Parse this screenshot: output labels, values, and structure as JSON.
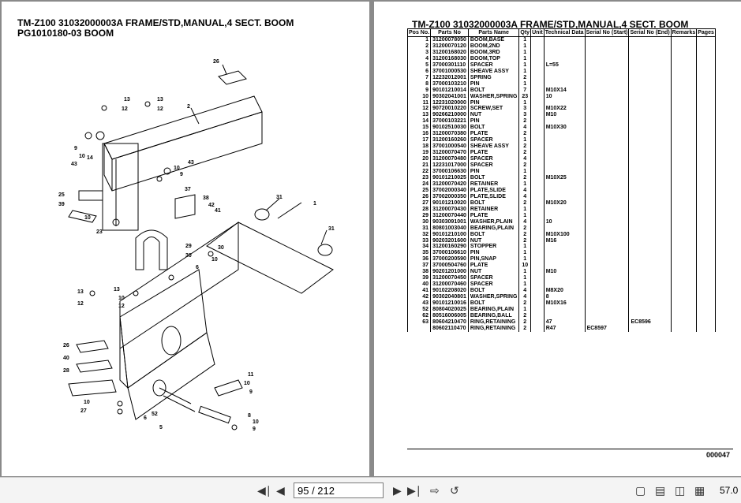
{
  "left": {
    "title_line1": "TM-Z100 31032000003A FRAME/STD,MANUAL,4 SECT. BOOM",
    "title_line2": "PG1010180-03 BOOM",
    "callouts": [
      "26",
      "2",
      "13",
      "13",
      "12",
      "12",
      "9",
      "10",
      "14",
      "43",
      "10",
      "9",
      "43",
      "25",
      "39",
      "37",
      "38",
      "42",
      "41",
      "10",
      "23",
      "1",
      "31",
      "31",
      "29",
      "30",
      "30",
      "10",
      "6",
      "13",
      "10",
      "12",
      "13",
      "12",
      "10",
      "12",
      "26",
      "40",
      "28",
      "10",
      "27",
      "11",
      "10",
      "9",
      "6",
      "52",
      "5",
      "8",
      "10",
      "9"
    ]
  },
  "right": {
    "title": "TM-Z100 31032000003A FRAME/STD,MANUAL,4 SECT. BOOM",
    "headers": [
      "Pos No.",
      "Parts No",
      "Parts Name",
      "Qty",
      "Unit",
      "Technical Data",
      "Serial No (Start)",
      "Serial No (End)",
      "Remarks",
      "Pages"
    ],
    "rows": [
      [
        "1",
        "31200078050",
        "BOOM,BASE",
        "1",
        "",
        "",
        "",
        "",
        "",
        ""
      ],
      [
        "2",
        "31200070120",
        "BOOM,2ND",
        "1",
        "",
        "",
        "",
        "",
        "",
        ""
      ],
      [
        "3",
        "31200168020",
        "BOOM,3RD",
        "1",
        "",
        "",
        "",
        "",
        "",
        ""
      ],
      [
        "4",
        "31200168030",
        "BOOM,TOP",
        "1",
        "",
        "",
        "",
        "",
        "",
        ""
      ],
      [
        "5",
        "37000301110",
        "SPACER",
        "1",
        "",
        "L=55",
        "",
        "",
        "",
        ""
      ],
      [
        "6",
        "37001000530",
        "SHEAVE ASSY",
        "1",
        "",
        "",
        "",
        "",
        "",
        ""
      ],
      [
        "7",
        "12232012001",
        "SPRING",
        "2",
        "",
        "",
        "",
        "",
        "",
        ""
      ],
      [
        "8",
        "37000103210",
        "PIN",
        "1",
        "",
        "",
        "",
        "",
        "",
        ""
      ],
      [
        "9",
        "90101210014",
        "BOLT",
        "7",
        "",
        "M10X14",
        "",
        "",
        "",
        ""
      ],
      [
        "10",
        "90302041001",
        "WASHER,SPRING",
        "23",
        "",
        "10",
        "",
        "",
        "",
        ""
      ],
      [
        "11",
        "12231020000",
        "PIN",
        "1",
        "",
        "",
        "",
        "",
        "",
        ""
      ],
      [
        "12",
        "90720010220",
        "SCREW,SET",
        "3",
        "",
        "M10X22",
        "",
        "",
        "",
        ""
      ],
      [
        "13",
        "90266210000",
        "NUT",
        "3",
        "",
        "M10",
        "",
        "",
        "",
        ""
      ],
      [
        "14",
        "37000103221",
        "PIN",
        "2",
        "",
        "",
        "",
        "",
        "",
        ""
      ],
      [
        "15",
        "90102510030",
        "BOLT",
        "4",
        "",
        "M10X30",
        "",
        "",
        "",
        ""
      ],
      [
        "16",
        "31200070380",
        "PLATE",
        "2",
        "",
        "",
        "",
        "",
        "",
        ""
      ],
      [
        "17",
        "31200160260",
        "SPACER",
        "1",
        "",
        "",
        "",
        "",
        "",
        ""
      ],
      [
        "18",
        "37001000540",
        "SHEAVE ASSY",
        "2",
        "",
        "",
        "",
        "",
        "",
        ""
      ],
      [
        "19",
        "31200070470",
        "PLATE",
        "2",
        "",
        "",
        "",
        "",
        "",
        ""
      ],
      [
        "20",
        "31200070480",
        "SPACER",
        "4",
        "",
        "",
        "",
        "",
        "",
        ""
      ],
      [
        "21",
        "12231017000",
        "SPACER",
        "2",
        "",
        "",
        "",
        "",
        "",
        ""
      ],
      [
        "22",
        "37000106630",
        "PIN",
        "1",
        "",
        "",
        "",
        "",
        "",
        ""
      ],
      [
        "23",
        "90101210025",
        "BOLT",
        "2",
        "",
        "M10X25",
        "",
        "",
        "",
        ""
      ],
      [
        "24",
        "31200070420",
        "RETAINER",
        "1",
        "",
        "",
        "",
        "",
        "",
        ""
      ],
      [
        "25",
        "37002000340",
        "PLATE,SLIDE",
        "4",
        "",
        "",
        "",
        "",
        "",
        ""
      ],
      [
        "26",
        "37002000350",
        "PLATE,SLIDE",
        "4",
        "",
        "",
        "",
        "",
        "",
        ""
      ],
      [
        "27",
        "90101210020",
        "BOLT",
        "2",
        "",
        "M10X20",
        "",
        "",
        "",
        ""
      ],
      [
        "28",
        "31200070430",
        "RETAINER",
        "1",
        "",
        "",
        "",
        "",
        "",
        ""
      ],
      [
        "29",
        "31200070440",
        "PLATE",
        "1",
        "",
        "",
        "",
        "",
        "",
        ""
      ],
      [
        "30",
        "90303091001",
        "WASHER,PLAIN",
        "4",
        "",
        "10",
        "",
        "",
        "",
        ""
      ],
      [
        "31",
        "80801003040",
        "BEARING,PLAIN",
        "2",
        "",
        "",
        "",
        "",
        "",
        ""
      ],
      [
        "32",
        "90101210100",
        "BOLT",
        "2",
        "",
        "M10X100",
        "",
        "",
        "",
        ""
      ],
      [
        "33",
        "90203201600",
        "NUT",
        "2",
        "",
        "M16",
        "",
        "",
        "",
        ""
      ],
      [
        "34",
        "31200160290",
        "STOPPER",
        "1",
        "",
        "",
        "",
        "",
        "",
        ""
      ],
      [
        "35",
        "37000106610",
        "PIN",
        "1",
        "",
        "",
        "",
        "",
        "",
        ""
      ],
      [
        "36",
        "37000200590",
        "PIN,SNAP",
        "1",
        "",
        "",
        "",
        "",
        "",
        ""
      ],
      [
        "37",
        "37000504760",
        "PLATE",
        "10",
        "",
        "",
        "",
        "",
        "",
        ""
      ],
      [
        "38",
        "90201201000",
        "NUT",
        "1",
        "",
        "M10",
        "",
        "",
        "",
        ""
      ],
      [
        "39",
        "31200070450",
        "SPACER",
        "1",
        "",
        "",
        "",
        "",
        "",
        ""
      ],
      [
        "40",
        "31200070460",
        "SPACER",
        "1",
        "",
        "",
        "",
        "",
        "",
        ""
      ],
      [
        "41",
        "90102208020",
        "BOLT",
        "4",
        "",
        "M8X20",
        "",
        "",
        "",
        ""
      ],
      [
        "42",
        "90302040801",
        "WASHER,SPRING",
        "4",
        "",
        "8",
        "",
        "",
        "",
        ""
      ],
      [
        "43",
        "90101210016",
        "BOLT",
        "2",
        "",
        "M10X16",
        "",
        "",
        "",
        ""
      ],
      [
        "52",
        "80804020025",
        "BEARING,PLAIN",
        "1",
        "",
        "",
        "",
        "",
        "",
        ""
      ],
      [
        "62",
        "80516006005",
        "BEARING,BALL",
        "2",
        "",
        "",
        "",
        "",
        "",
        ""
      ],
      [
        "63",
        "80604210470",
        "RING,RETAINING",
        "2",
        "",
        "47",
        "",
        "EC8596",
        "",
        ""
      ],
      [
        "",
        "80602110470",
        "RING,RETAINING",
        "2",
        "",
        "R47",
        "EC8597",
        "",
        "",
        ""
      ]
    ],
    "page_code": "000047"
  },
  "toolbar": {
    "first_icon": "first-page-icon",
    "prev_icon": "previous-page-icon",
    "page_value": "95 / 212",
    "next_icon": "next-page-icon",
    "last_icon": "last-page-icon",
    "zoom": "57.0"
  }
}
